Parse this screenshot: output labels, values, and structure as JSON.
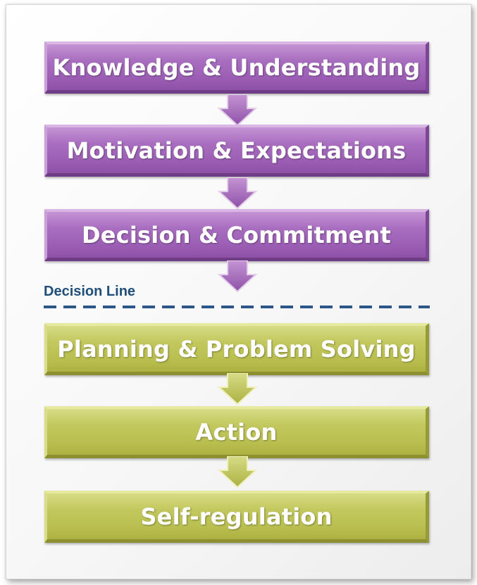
{
  "steps_above": [
    {
      "label": "Knowledge & Understanding"
    },
    {
      "label": "Motivation & Expectations"
    },
    {
      "label": "Decision & Commitment"
    }
  ],
  "decision_line": {
    "label": "Decision Line",
    "color": "#2d5787"
  },
  "steps_below": [
    {
      "label": "Planning & Problem Solving"
    },
    {
      "label": "Action"
    },
    {
      "label": "Self-regulation"
    }
  ],
  "colors": {
    "purple": "#a96ec0",
    "green": "#c3c85e",
    "text": "#ffffff"
  }
}
